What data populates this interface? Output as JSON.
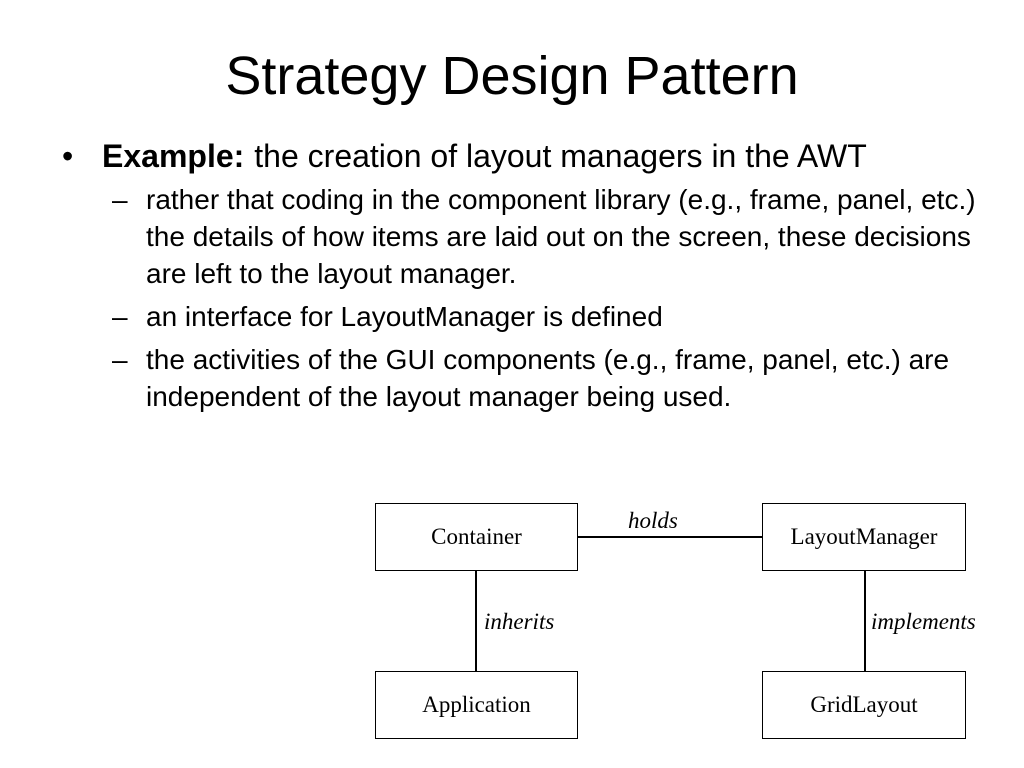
{
  "slide": {
    "title": "Strategy Design Pattern",
    "bullet": {
      "marker": "•",
      "lead": "Example:",
      "text": "the creation of layout managers in the AWT",
      "sub_marker": "–",
      "sub_items": [
        "rather that coding in the component library (e.g., frame, panel, etc.) the details of how items are laid out on the screen, these decisions are left to the layout manager.",
        "an interface for LayoutManager is defined",
        "the activities of the GUI components (e.g., frame, panel, etc.) are independent of the layout manager being used."
      ]
    }
  },
  "diagram": {
    "boxes": {
      "container": "Container",
      "layout_manager": "LayoutManager",
      "application": "Application",
      "grid_layout": "GridLayout"
    },
    "relations": {
      "holds": "holds",
      "inherits": "inherits",
      "implements": "implements"
    }
  }
}
